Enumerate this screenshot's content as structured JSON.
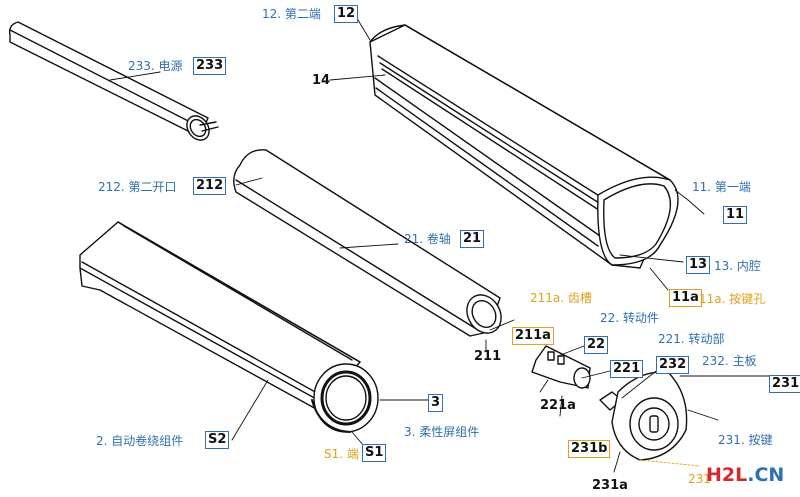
{
  "labels": {
    "l233": "233. 电源",
    "n233": "233",
    "l12": "12. 第二端",
    "n12": "12",
    "n14": "14",
    "l212": "212. 第二开口",
    "n212": "212",
    "l11": "11. 第一端",
    "n11": "11",
    "l21": "21. 卷轴",
    "n21": "21",
    "n13": "13",
    "l13": "13. 内腔",
    "n11a": "11a",
    "l11a": "11a. 按键孔",
    "l211a": "211a. 齿槽",
    "n211a": "211a",
    "n211": "211",
    "l22": "22. 转动件",
    "n22": "22",
    "l221": "221. 转动部",
    "n221": "221",
    "n232": "232",
    "l232": "232. 主板",
    "n231": "231",
    "n221a": "221a",
    "n3": "3",
    "l3": "3. 柔性屏组件",
    "l2": "2. 自动卷绕组件",
    "nS2": "S2",
    "lS1": "S1. 端",
    "nS1": "S1",
    "n231b": "231b",
    "l231": "231. 按键",
    "n231a": "231a",
    "l231x": "231"
  },
  "watermark": {
    "part1": "H2L",
    "part2": ".CN"
  },
  "colors": {
    "label_blue": "#2f6fb3",
    "label_orange": "#e0a020",
    "line": "#111111"
  }
}
